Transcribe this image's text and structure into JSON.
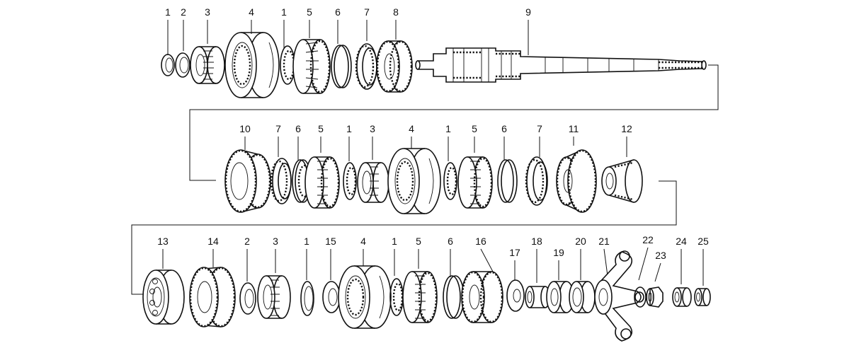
{
  "diagram": {
    "part_numbers": [
      "1",
      "2",
      "3",
      "4",
      "5",
      "6",
      "7",
      "8",
      "9",
      "10",
      "11",
      "12",
      "13",
      "14",
      "15",
      "16",
      "17",
      "18",
      "19",
      "20",
      "21",
      "22",
      "23",
      "24",
      "25"
    ],
    "row1_labels": [
      "1",
      "2",
      "3",
      "4",
      "1",
      "5",
      "6",
      "7",
      "8",
      "9"
    ],
    "row2_labels": [
      "10",
      "7",
      "6",
      "5",
      "1",
      "3",
      "4",
      "1",
      "5",
      "6",
      "7",
      "11",
      "12"
    ],
    "row3_labels": [
      "13",
      "14",
      "2",
      "3",
      "1",
      "15",
      "4",
      "1",
      "5",
      "6",
      "16",
      "17",
      "18",
      "19",
      "20",
      "21",
      "22",
      "23",
      "24",
      "25"
    ],
    "line_color": "#111111",
    "background": "#ffffff"
  }
}
